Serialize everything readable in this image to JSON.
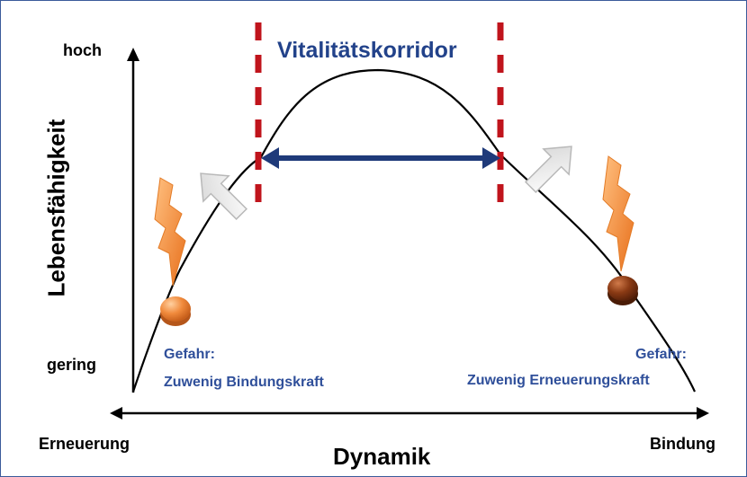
{
  "diagram": {
    "title": "Vitalitätskorridor",
    "y_axis": {
      "label": "Lebensfähigkeit",
      "high": "hoch",
      "low": "gering"
    },
    "x_axis": {
      "label": "Dynamik",
      "left": "Erneuerung",
      "right": "Bindung"
    },
    "left_danger": {
      "line1": "Gefahr:",
      "line2": "Zuwenig Bindungskraft"
    },
    "right_danger": {
      "line1": "Gefahr:",
      "line2": "Zuwenig Erneuerungskraft"
    },
    "colors": {
      "corridor_lines": "#c0141c",
      "corridor_arrow": "#1f3a7a",
      "danger_text": "#2f4f9a",
      "left_ball": "#f08a3c",
      "right_ball": "#7a3212",
      "lightning": "#ef8a33",
      "frame": "#3b5b9a"
    },
    "icons": [
      "lightning-bolt-icon",
      "falling-arrow-icon",
      "ball-icon"
    ]
  }
}
